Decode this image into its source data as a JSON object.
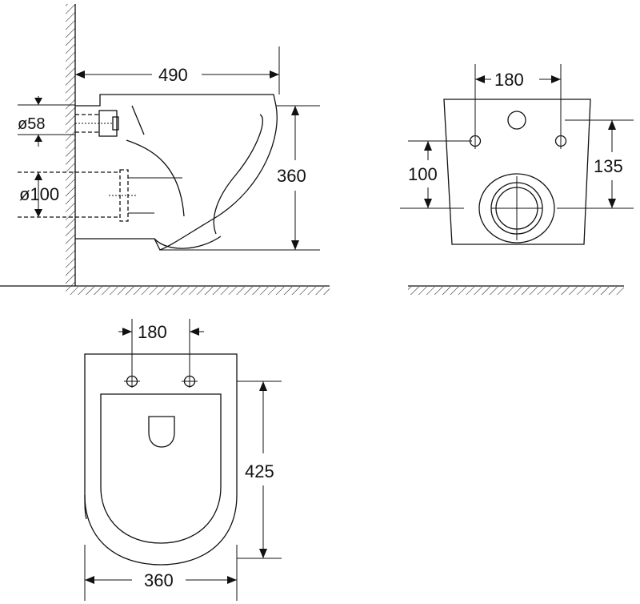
{
  "side_view": {
    "width_label": "490",
    "height_label": "360",
    "inlet_diameter_label": "ø58",
    "outlet_diameter_label": "ø100"
  },
  "rear_view": {
    "bolt_spacing_label": "180",
    "outlet_height_label": "100",
    "bolt_height_label": "135"
  },
  "top_view": {
    "bolt_spacing_label": "180",
    "length_label": "425",
    "width_label": "360"
  }
}
